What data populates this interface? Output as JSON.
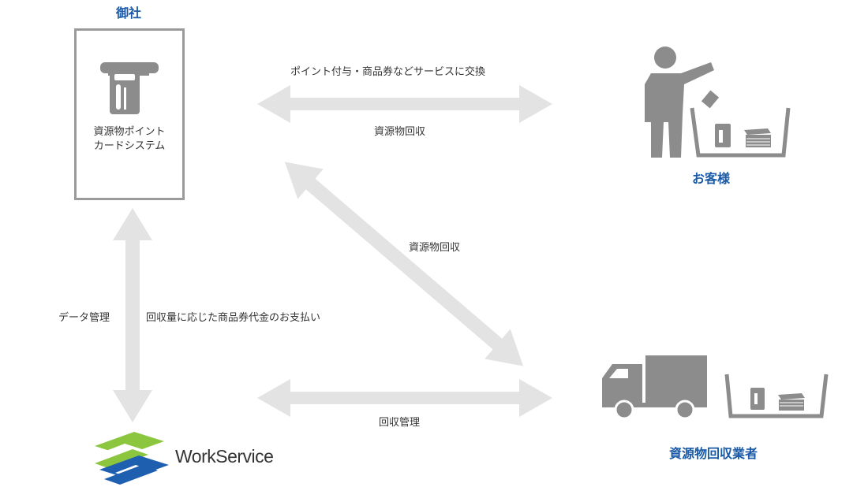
{
  "company": {
    "title": "御社"
  },
  "system": {
    "line1": "資源物ポイント",
    "line2": "カードシステム"
  },
  "customer": {
    "title": "お客様"
  },
  "collector": {
    "title": "資源物回収業者"
  },
  "workservice": {
    "name": "WorkService"
  },
  "arrows": {
    "company_customer_top": "ポイント付与・商品券などサービスに交換",
    "company_customer_bottom": "資源物回収",
    "diagonal": "資源物回収",
    "vertical_left": "データ管理",
    "vertical_right": "回収量に応じた商品券代金のお支払い",
    "workservice_collector": "回収管理"
  },
  "colors": {
    "title_blue": "#1a5aa6",
    "arrow_gray": "#e3e3e3",
    "icon_gray": "#8c8c8c",
    "logo_green": "#8cc63f",
    "logo_blue": "#1f5fb0"
  }
}
